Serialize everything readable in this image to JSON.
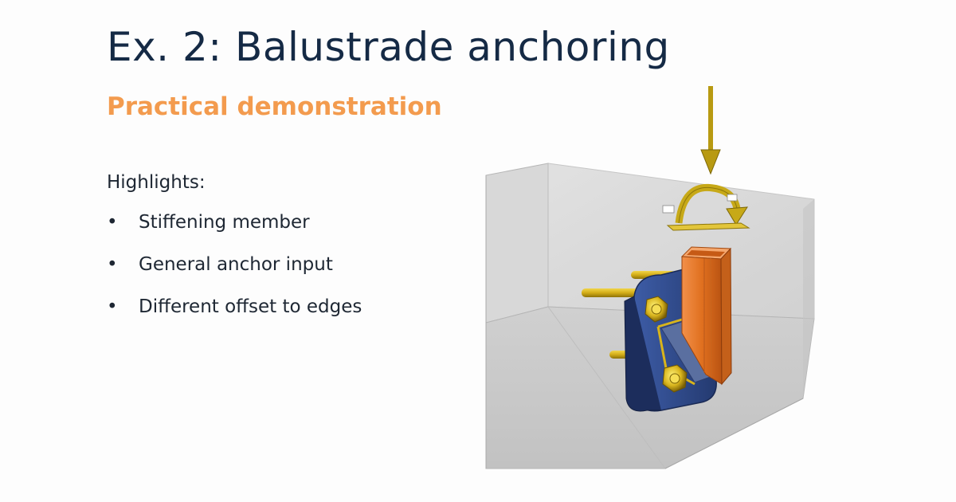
{
  "slide": {
    "title": "Ex. 2: Balustrade anchoring",
    "subtitle": "Practical demonstration",
    "intro": "Highlights:",
    "bullet_symbol": "•",
    "bullets": [
      "Stiffening member",
      "General anchor input",
      "Different offset to edges"
    ]
  },
  "figure": {
    "colors": {
      "concrete": "#cfcfcf",
      "base_plate": "#2f4a8a",
      "profile": "#e8782b",
      "anchor": "#d4b21f",
      "load_arrow": "#b89a12"
    }
  }
}
